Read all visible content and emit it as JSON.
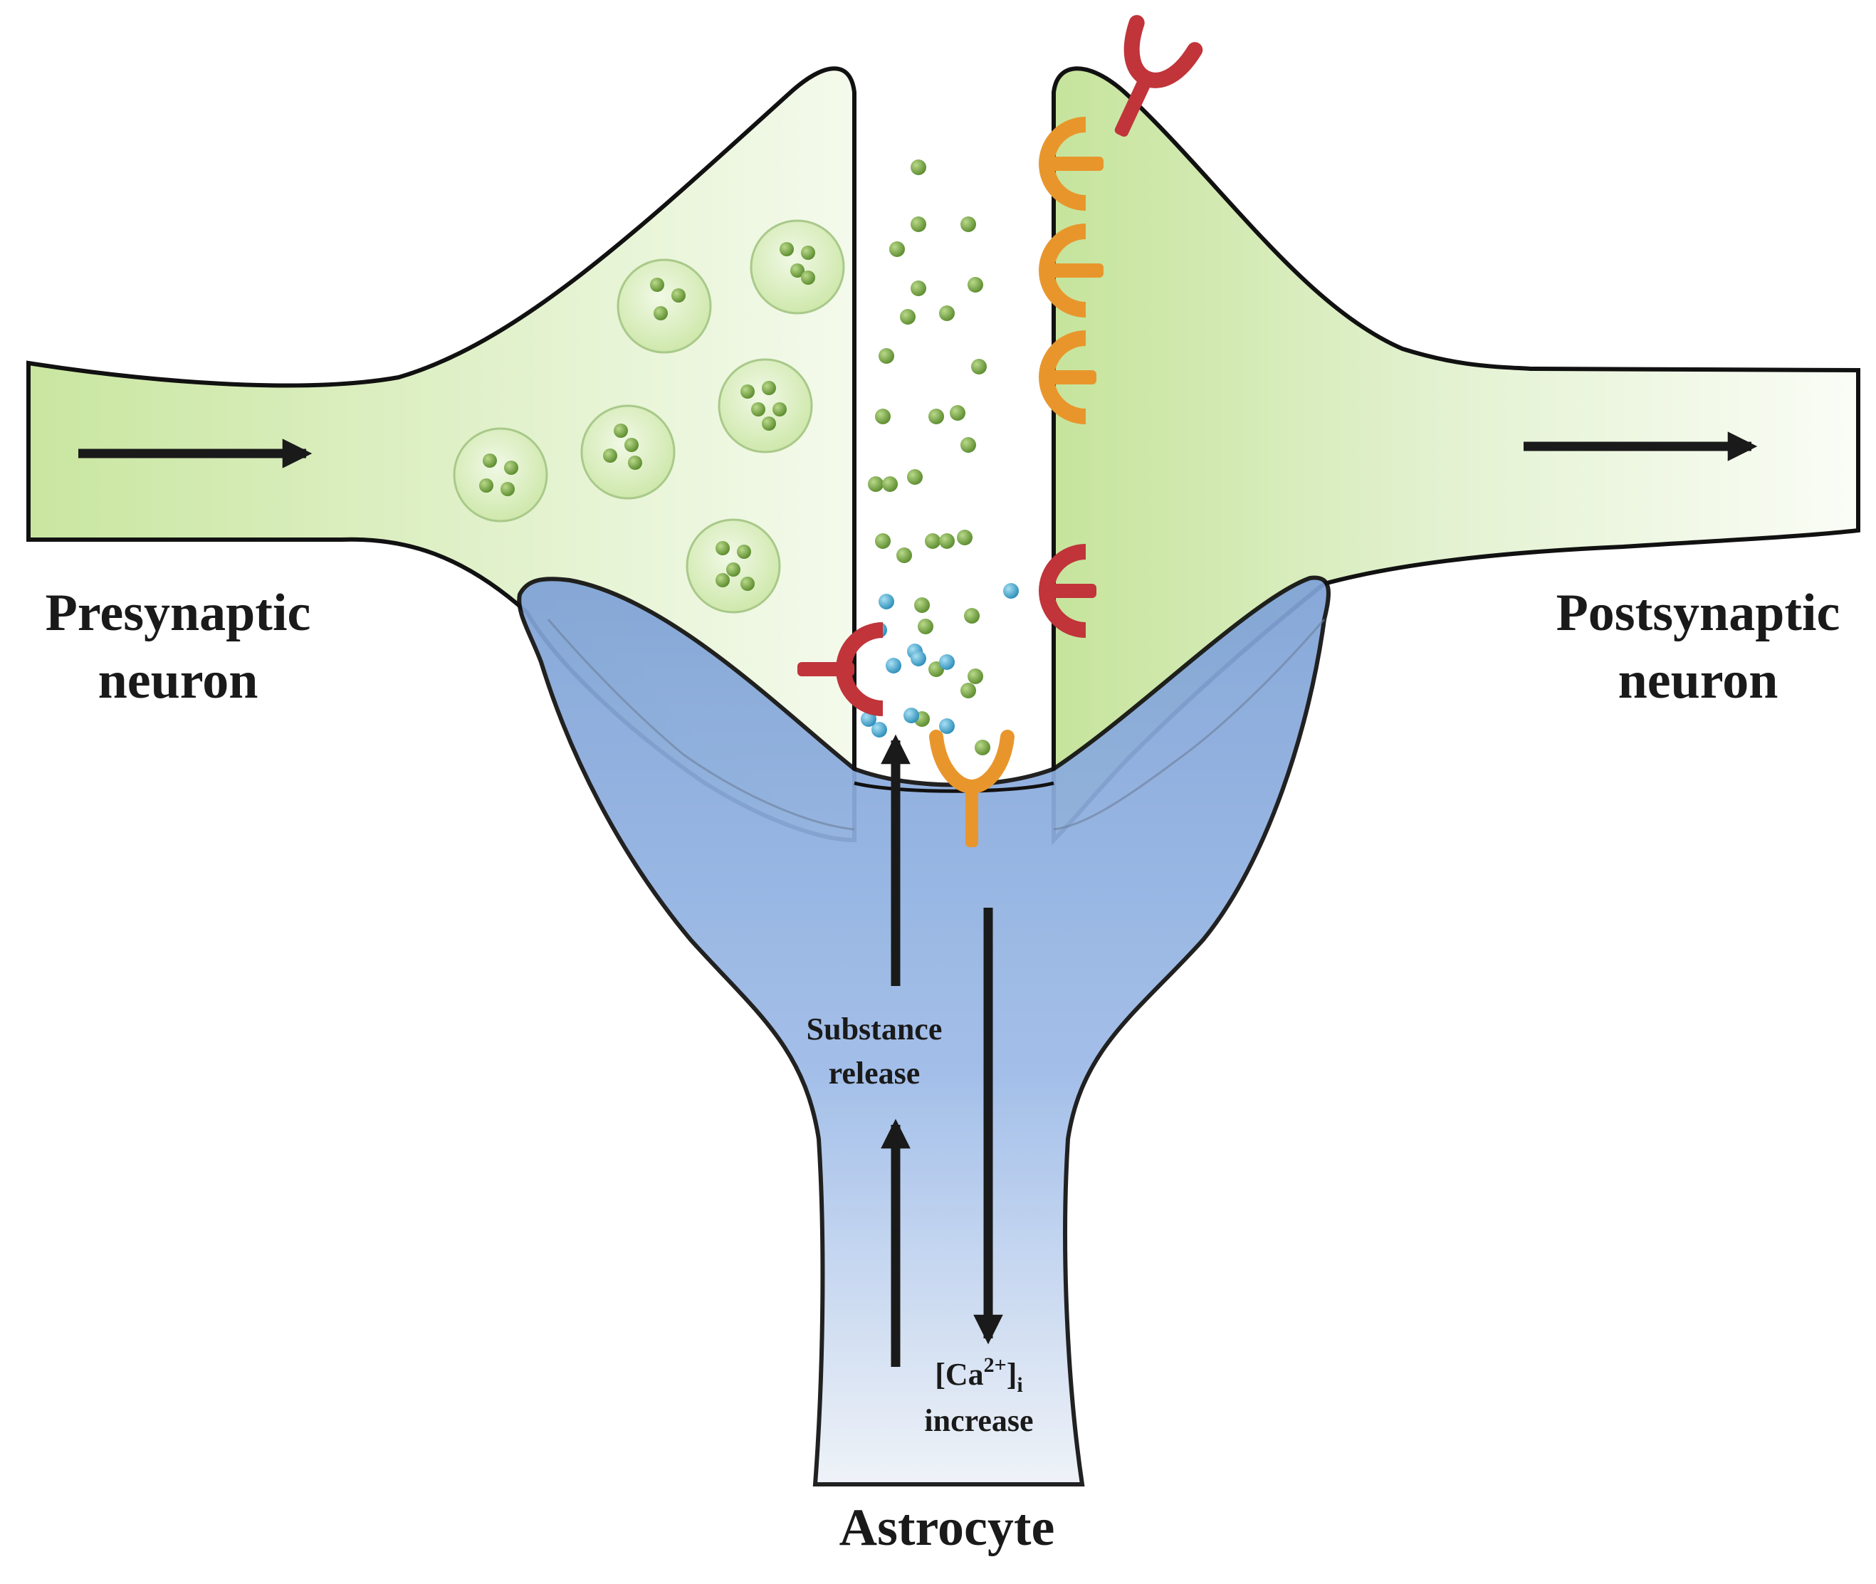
{
  "labels": {
    "presynaptic_line1": "Presynaptic",
    "presynaptic_line2": "neuron",
    "postsynaptic_line1": "Postsynaptic",
    "postsynaptic_line2": "neuron",
    "astrocyte": "Astrocyte",
    "substance_line1": "Substance",
    "substance_line2": "release",
    "calcium_prefix": "[Ca",
    "calcium_sup": "2+",
    "calcium_bracket": "]",
    "calcium_sub": "i",
    "calcium_line2": "increase"
  },
  "colors": {
    "neuron_fill": "#cfe8a8",
    "neuron_fill_light": "#f3f9ea",
    "astrocyte_fill": "#8fb0e0",
    "astrocyte_fill_light": "#dfe8f4",
    "vesicle_fill": "#dcefc4",
    "neurotransmitter": "#6f9a3a",
    "gliotransmitter": "#3a9fc8",
    "receptor_orange": "#e8962c",
    "receptor_red": "#c0343a",
    "outline": "#111111"
  }
}
